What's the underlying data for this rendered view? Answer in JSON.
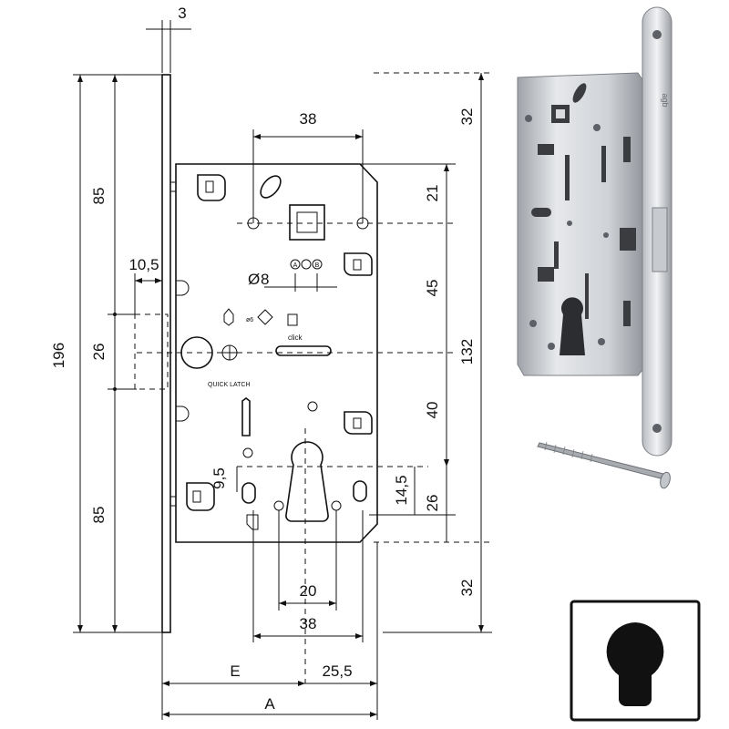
{
  "dimensions": {
    "faceplate_thickness": "3",
    "total_height": "196",
    "upper_faceplate": "85",
    "lower_faceplate": "85",
    "middle_segment": "26",
    "latch_offset": "10,5",
    "spindle_spacing": "38",
    "hole_diameter": "8",
    "top_offset": "32",
    "bottom_offset": "32",
    "case_top_to_spindle": "21",
    "spindle_to_latch": "45",
    "case_height": "132",
    "latch_to_cylinder": "40",
    "cylinder_to_bottom": "26",
    "cylinder_left_offset": "9,5",
    "cylinder_right_offset": "14,5",
    "cylinder_width": "20",
    "cylinder_hole_spacing": "38",
    "backset": "E",
    "case_right": "25,5",
    "overall_width": "A"
  },
  "labels": {
    "diameter_symbol": "Ø",
    "diameter_small": "ø6",
    "click": "click",
    "quick_latch": "QUICK LATCH",
    "hand_marks": [
      "A",
      "B"
    ]
  },
  "photo": {
    "brand_mark": "agb",
    "screw": "screw"
  },
  "colors": {
    "line": "#111111",
    "metal_light": "#e6e8eb",
    "metal_mid": "#b9bcc1",
    "metal_dark": "#7d8086",
    "keyhole": "#111111"
  }
}
